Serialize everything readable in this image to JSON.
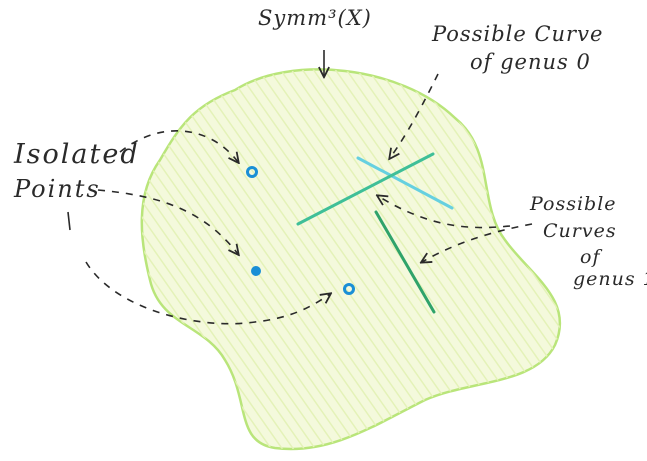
{
  "labels": {
    "title": "Symm³(X)",
    "curve_genus0_line1": "Possible Curve",
    "curve_genus0_line2": "of genus 0",
    "isolated_line1": "Isolated",
    "isolated_line2": "Points",
    "curves_genus1_line1": "Possible",
    "curves_genus1_line2": "Curves",
    "curves_genus1_line3": "of",
    "curves_genus1_line4": "genus 1"
  },
  "colors": {
    "blob_outline": "#b9e57a",
    "blob_fill": "#f4f9dc",
    "hatch": "#e4f2b8",
    "curve_cyan": "#66d0e0",
    "curve_teal": "#3fbf98",
    "curve_green": "#2fa36a",
    "points": "#1a8fd6",
    "ink": "#2a2a2a"
  }
}
